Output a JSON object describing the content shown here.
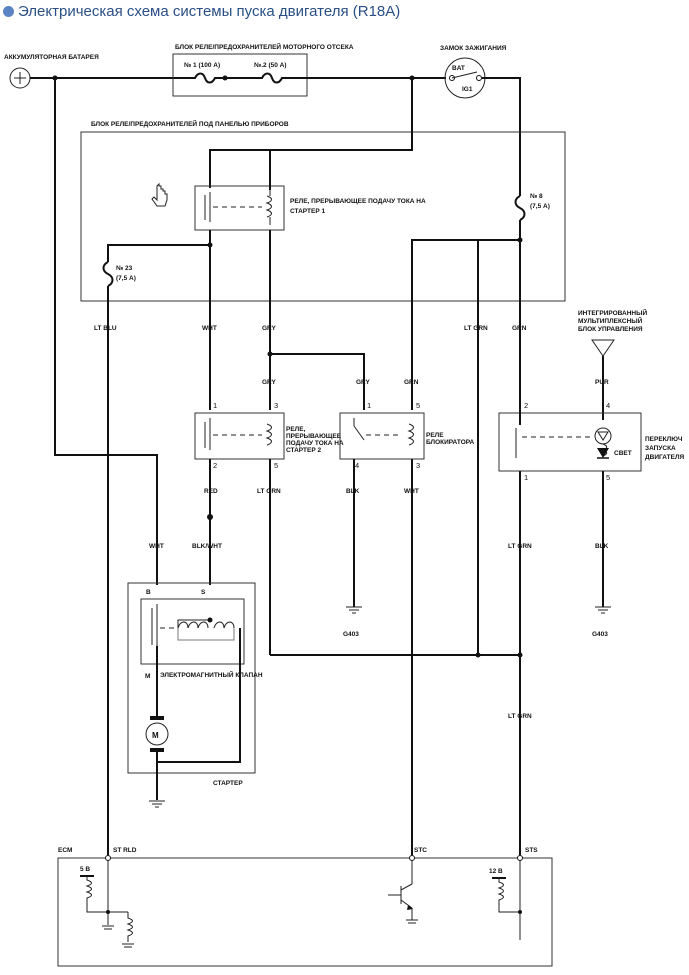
{
  "title": "Электрическая схема системы пуска двигателя (R18A)",
  "labels": {
    "battery": "АККУМУЛЯТОРНАЯ БАТАРЕЯ",
    "engine_fuse_box": "БЛОК РЕЛЕ/ПРЕДОХРАНИТЕЛЕЙ МОТОРНОГО ОТСЕКА",
    "fuse1": "№ 1 (100 А)",
    "fuse2": "№.2 (50 А)",
    "ignition": "ЗАМОК ЗАЖИГАНИЯ",
    "ign_bat": "BAT",
    "ign_ig1": "IG1",
    "dash_fuse_box": "БЛОК РЕЛЕ/ПРЕДОХРАНИТЕЛЕЙ ПОД ПАНЕЛЬЮ ПРИБОРОВ",
    "relay1": [
      "РЕЛЕ, ПРЕРЫВАЮЩЕЕ ПОДАЧУ ТОКА НА",
      "СТАРТЕР 1"
    ],
    "fuse8": [
      "№ 8",
      "(7,5 А)"
    ],
    "fuse23": [
      "№ 23",
      "(7,5 А)"
    ],
    "imcu": [
      "ИНТЕГРИРОВАННЫЙ",
      "МУЛЬТИПЛЕКСНЫЙ",
      "БЛОК УПРАВЛЕНИЯ"
    ],
    "relay2": [
      "РЕЛЕ,",
      "ПРЕРЫВАЮЩЕЕ",
      "ПОДАЧУ ТОКА НА",
      "СТАРТЕР 2"
    ],
    "lock_relay": [
      "РЕЛЕ",
      "БЛОКИРАТОРА"
    ],
    "switch": [
      "ПЕРЕКЛЮЧ",
      "ЗАПУСКА",
      "ДВИГАТЕЛЯ"
    ],
    "light": "СВЕТ",
    "solenoid": "ЭЛЕКТРОМАГНИТНЫЙ КЛАПАН",
    "starter": "СТАРТЕР",
    "motor": "M",
    "term_b": "B",
    "term_s": "S",
    "term_m": "M",
    "ecm": "ECM",
    "st_rld": "ST RLD",
    "stc": "STC",
    "sts": "STS",
    "v5": "5 В",
    "v12": "12 В",
    "g403a": "G403",
    "g403b": "G403"
  },
  "wires": {
    "lt_blu": "LT BLU",
    "wht1": "WHT",
    "gry1": "GRY",
    "lt_grn1": "LT GRN",
    "grn1": "GRN",
    "pur": "PUR",
    "gry2": "GRY",
    "gry3": "GRY",
    "grn2": "GRN",
    "red": "RED",
    "lt_grn2": "LT GRN",
    "blk1": "BLK",
    "wht2": "WHT",
    "lt_grn3": "LT GRN",
    "blk2": "BLK",
    "wht3": "WHT",
    "blk_wht": "BLK/WHT",
    "lt_grn4": "LT GRN"
  },
  "pins": {
    "r2_1": "1",
    "r2_3": "3",
    "r2_2": "2",
    "r2_5": "5",
    "lr_1": "1",
    "lr_5": "5",
    "lr_4": "4",
    "lr_3": "3",
    "sw_2": "2",
    "sw_4": "4",
    "sw_1": "1",
    "sw_5": "5"
  }
}
